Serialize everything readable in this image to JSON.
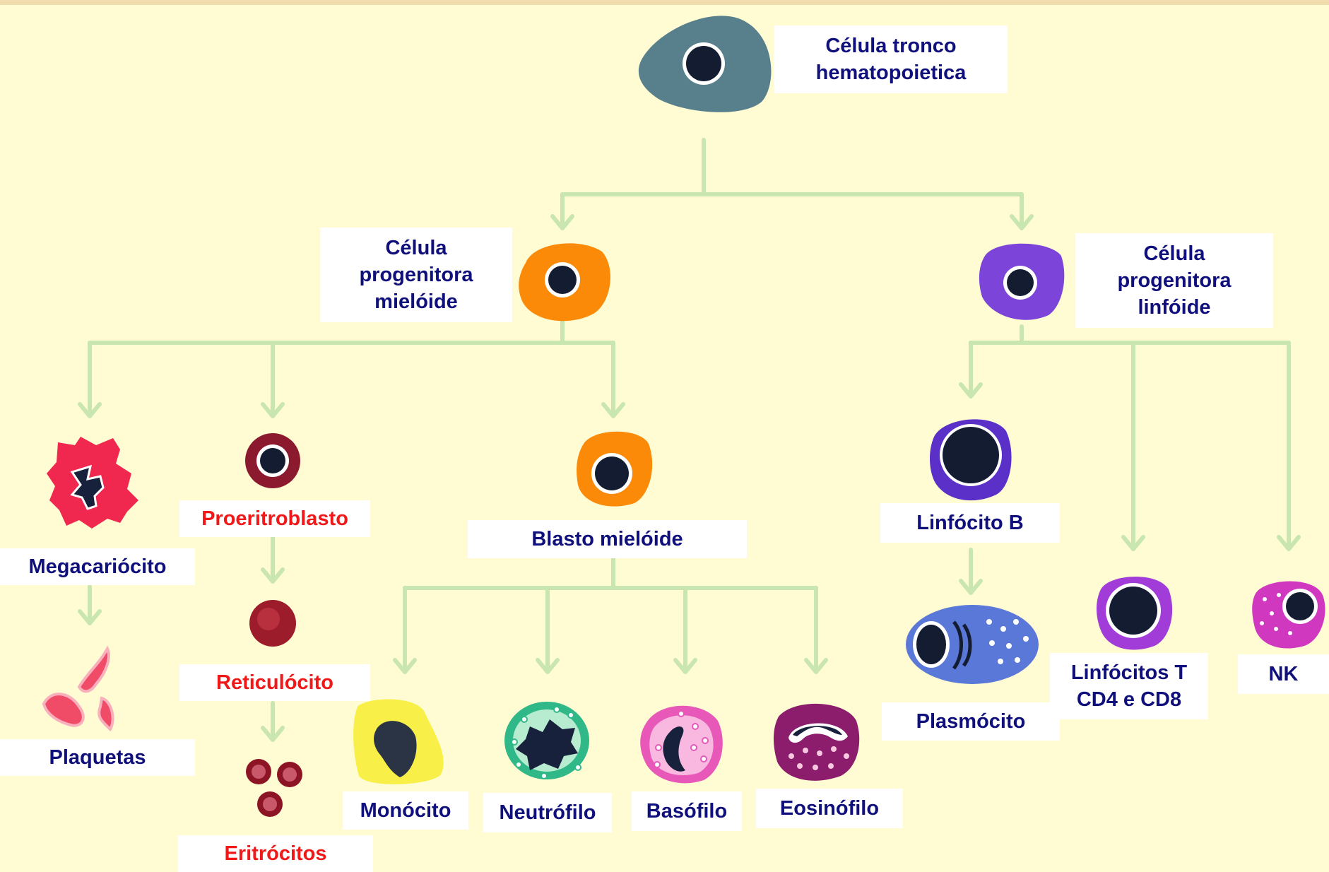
{
  "colors": {
    "background": "#fffbd2",
    "arrow": "#c9e6b0",
    "label_text": "#10107c",
    "erythroid_label_text": "#f01818",
    "label_box": "#ffffff"
  },
  "nodes": {
    "stem": {
      "label": "Célula tronco\nhematopoietica",
      "icon": "stem-cell-icon"
    },
    "myeloid_progenitor": {
      "label": "Célula\nprogenitora\nmielóide",
      "icon": "myeloid-progenitor-cell-icon"
    },
    "lymphoid_progenitor": {
      "label": "Célula\nprogenitora\nlinfóide",
      "icon": "lymphoid-progenitor-cell-icon"
    },
    "megakaryocyte": {
      "label": "Megacariócito",
      "icon": "megakaryocyte-icon"
    },
    "platelets": {
      "label": "Plaquetas",
      "icon": "platelets-icon"
    },
    "proerythroblast": {
      "label": "Proeritroblasto",
      "icon": "proerythroblast-icon"
    },
    "reticulocyte": {
      "label": "Reticulócito",
      "icon": "reticulocyte-icon"
    },
    "erythrocytes": {
      "label": "Eritrócitos",
      "icon": "erythrocytes-icon"
    },
    "myeloblast": {
      "label": "Blasto mielóide",
      "icon": "myeloblast-icon"
    },
    "monocyte": {
      "label": "Monócito",
      "icon": "monocyte-icon"
    },
    "neutrophil": {
      "label": "Neutrófilo",
      "icon": "neutrophil-icon"
    },
    "basophil": {
      "label": "Basófilo",
      "icon": "basophil-icon"
    },
    "eosinophil": {
      "label": "Eosinófilo",
      "icon": "eosinophil-icon"
    },
    "b_lymphocyte": {
      "label": "Linfócito B",
      "icon": "b-lymphocyte-icon"
    },
    "plasmocyte": {
      "label": "Plasmócito",
      "icon": "plasma-cell-icon"
    },
    "t_lymphocytes": {
      "label": "Linfócitos T\nCD4 e CD8",
      "icon": "t-lymphocyte-icon"
    },
    "nk": {
      "label": "NK",
      "icon": "nk-cell-icon"
    }
  }
}
